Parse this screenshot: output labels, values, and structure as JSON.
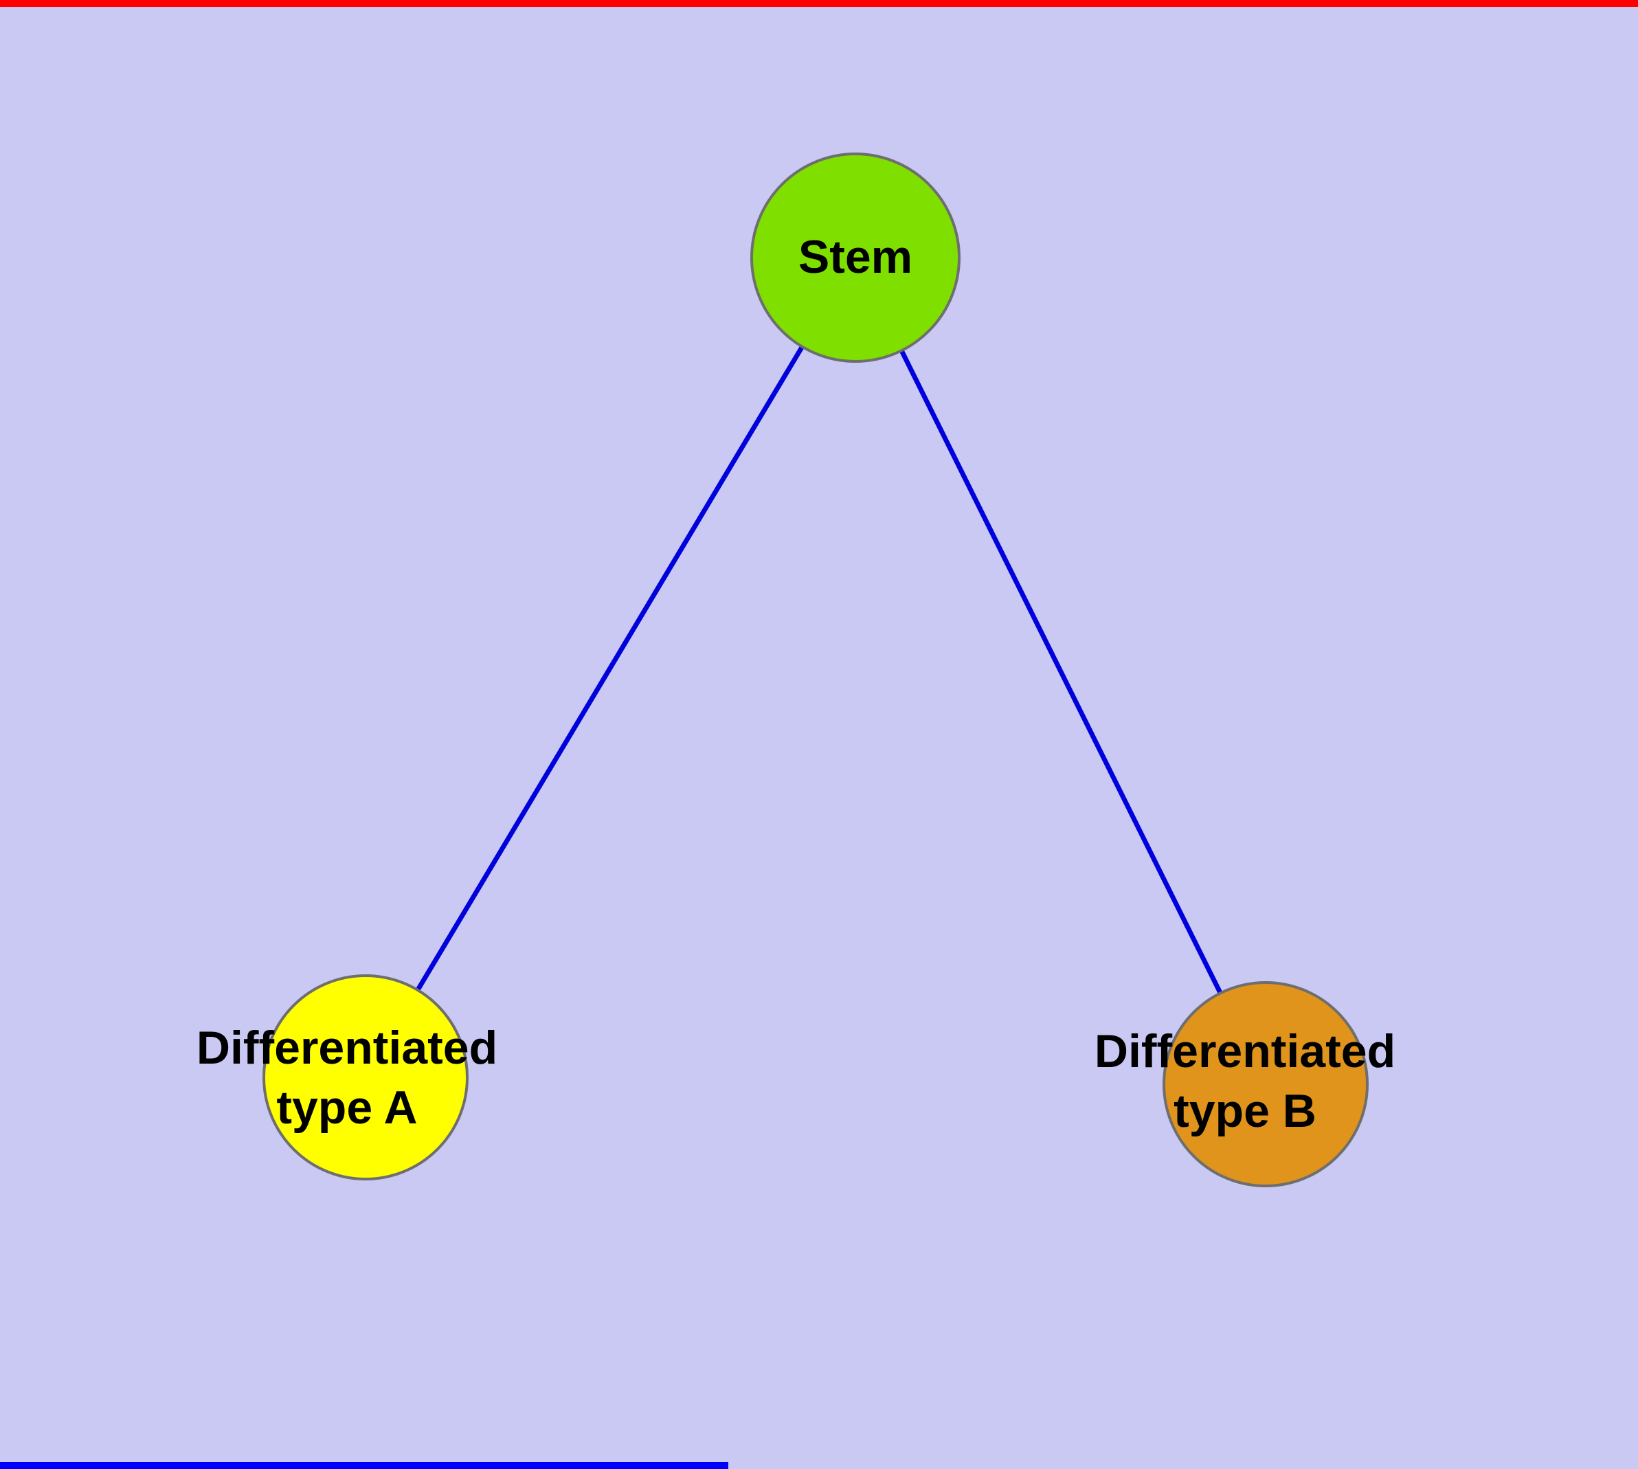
{
  "diagram": {
    "background_color": "#c9c9f3",
    "edge_color": "#0000dd",
    "top_strip_color": "#ff0000",
    "bottom_strip_color": "#0000ff",
    "node_border_color": "#6e6e6e",
    "nodes": {
      "stem": {
        "label": "Stem",
        "fill": "#7fe000"
      },
      "type_a": {
        "label_line1": "Differentiated",
        "label_line2": "type A",
        "fill": "#ffff00"
      },
      "type_b": {
        "label_line1": "Differentiated",
        "label_line2": "type B",
        "fill": "#e0941c"
      }
    },
    "edges": [
      {
        "from": "stem",
        "to": "type_a"
      },
      {
        "from": "stem",
        "to": "type_b"
      }
    ]
  }
}
